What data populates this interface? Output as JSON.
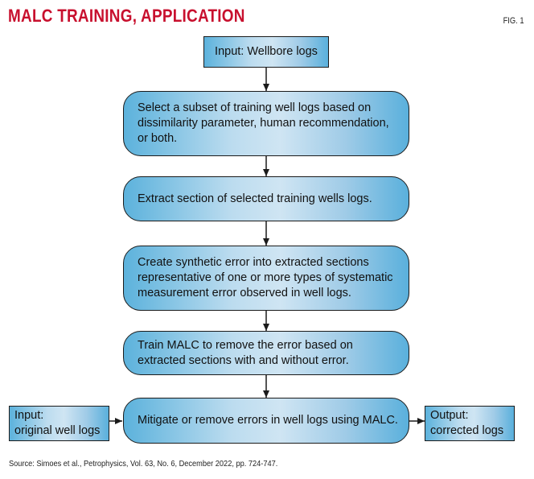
{
  "header": {
    "title": "MALC TRAINING, APPLICATION",
    "fig_label": "FIG. 1"
  },
  "flow": {
    "input_top": "Input: Wellbore logs",
    "step1": "Select a subset of training well logs based on\ndissimilarity parameter, human recommendation,\nor both.",
    "step2": "Extract section of selected training wells logs.",
    "step3": "Create synthetic error into extracted sections\nrepresentative of one or more types of systematic\nmeasurement error observed in well logs.",
    "step4": "Train MALC to remove the error based on\nextracted sections with and without error.",
    "step5": "Mitigate or remove errors in well logs using MALC.",
    "input_left": "Input:\noriginal well logs",
    "output_right": "Output:\ncorrected logs"
  },
  "footer": {
    "source": "Source: Simoes et al., Petrophysics, Vol. 63, No. 6, December 2022, pp. 724-747."
  },
  "colors": {
    "title": "#c8102e",
    "box_edge": "#5cb2dc",
    "box_center": "#cfe5f3",
    "stroke": "#1b1b1b"
  }
}
